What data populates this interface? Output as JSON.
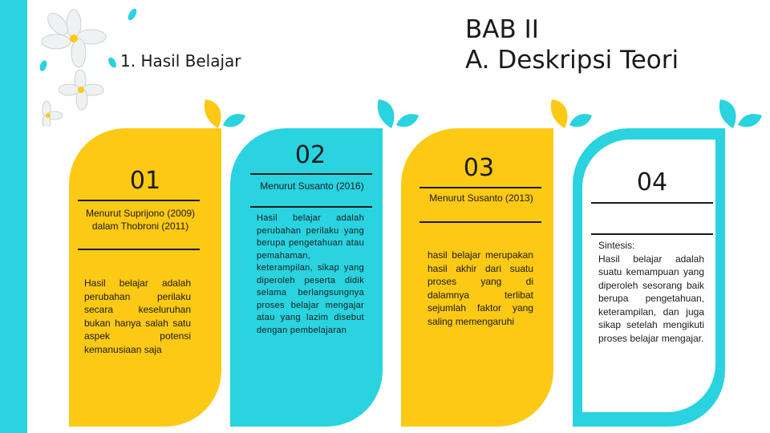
{
  "header": {
    "title_line1": "BAB II",
    "title_line2": "A. Deskripsi Teori",
    "subtitle": "1. Hasil Belajar"
  },
  "colors": {
    "accent_cyan": "#29d3e0",
    "accent_yellow": "#fcc915"
  },
  "cards": [
    {
      "number": "01",
      "source": "Menurut Suprijono (2009) dalam Thobroni (2011)",
      "text": "Hasil belajar adalah perubahan perilaku secara keseluruhan bukan hanya salah satu aspek potensi kemanusiaan saja"
    },
    {
      "number": "02",
      "source": "Menurut Susanto (2016)",
      "text": "Hasil belajar adalah perubahan perilaku yang berupa pengetahuan atau pemahaman, keterampilan, sikap yang diperoleh peserta didik selama berlangsungnya proses belajar mengajar atau yang lazim disebut dengan pembelajaran"
    },
    {
      "number": "03",
      "source": "Menurut Susanto (2013)",
      "text": "hasil belajar merupakan hasil akhir dari suatu proses yang di dalamnya terlibat sejumlah faktor yang saling memengaruhi"
    },
    {
      "number": "04",
      "label": "Sintesis:",
      "text": "Hasil belajar adalah suatu kemampuan yang diperoleh sesorang baik berupa pengetahuan, keterampilan, dan juga sikap setelah mengikuti proses belajar mengajar."
    }
  ]
}
